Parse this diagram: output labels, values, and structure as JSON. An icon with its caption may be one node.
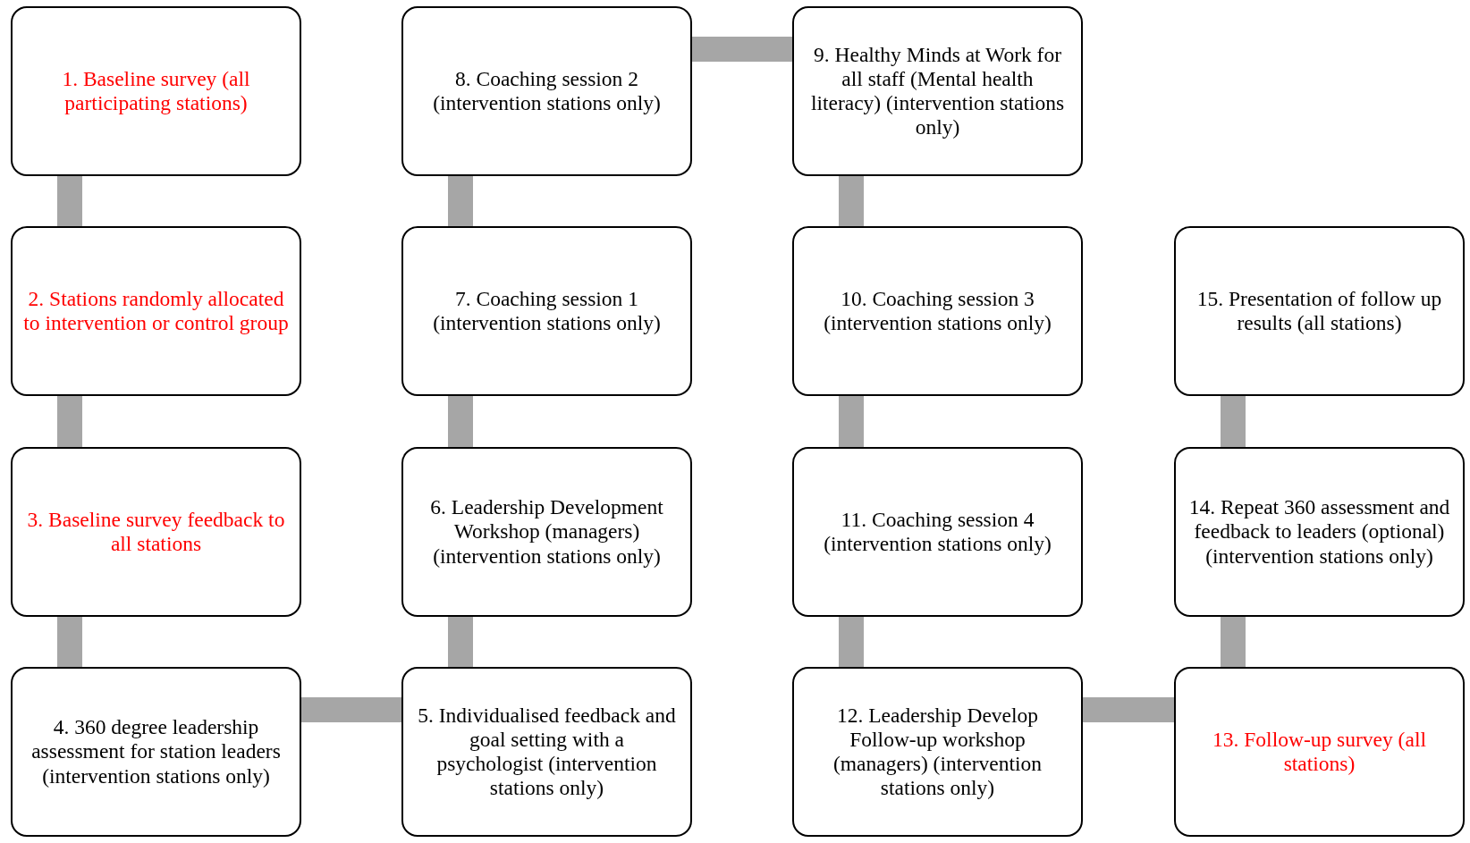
{
  "diagram": {
    "nodes": [
      {
        "text": [
          "1. Baseline survey (all participating stations)"
        ]
      },
      {
        "text": [
          "2. Stations randomly allocated to intervention or control group"
        ]
      },
      {
        "text": [
          "3. Baseline survey feedback to all stations"
        ]
      },
      {
        "text": [
          "4. 360 degree leadership assessment for station leaders (intervention stations only)"
        ]
      },
      {
        "text": [
          "5. Individualised feedback and goal setting with a psychologist (intervention stations only)"
        ]
      },
      {
        "text": [
          "6. Leadership Development Workshop (managers) (intervention stations only)"
        ]
      },
      {
        "text": [
          "7. Coaching session 1 (intervention stations only)"
        ]
      },
      {
        "text": [
          "8. Coaching session 2 (intervention stations only)"
        ]
      },
      {
        "text": [
          "9. Healthy Minds at Work for all staff (Mental health literacy) (intervention stations only)"
        ]
      },
      {
        "text": [
          "10. Coaching session 3 (intervention stations only)"
        ]
      },
      {
        "text": [
          "11. Coaching session 4 (intervention stations only)"
        ]
      },
      {
        "text": [
          "12. Leadership Develop Follow-up workshop (managers) (intervention stations only)"
        ]
      },
      {
        "text": [
          "13. Follow-up survey (all stations)"
        ]
      },
      {
        "text": [
          "14. Repeat 360 assessment and feedback to leaders (optional) (intervention stations only)"
        ]
      },
      {
        "text": [
          "15. Presentation of follow up results (all stations)"
        ]
      }
    ],
    "edges": [
      {
        "from": 0,
        "to": 1,
        "arrow": "none"
      },
      {
        "from": 1,
        "to": 2,
        "arrow": "none"
      },
      {
        "from": 2,
        "to": 3,
        "arrow": "none"
      },
      {
        "from": 3,
        "to": 4,
        "arrow": "none"
      },
      {
        "from": 4,
        "to": 5,
        "arrow": "none"
      },
      {
        "from": 5,
        "to": 6,
        "arrow": "none"
      },
      {
        "from": 6,
        "to": 7,
        "arrow": "none"
      },
      {
        "from": 7,
        "to": 8,
        "arrow": "none"
      },
      {
        "from": 8,
        "to": 9,
        "arrow": "none"
      },
      {
        "from": 9,
        "to": 10,
        "arrow": "none"
      },
      {
        "from": 10,
        "to": 11,
        "arrow": "none"
      },
      {
        "from": 11,
        "to": 12,
        "arrow": "none"
      },
      {
        "from": 12,
        "to": 13,
        "arrow": "none"
      },
      {
        "from": 13,
        "to": 14,
        "arrow": "none"
      }
    ]
  }
}
